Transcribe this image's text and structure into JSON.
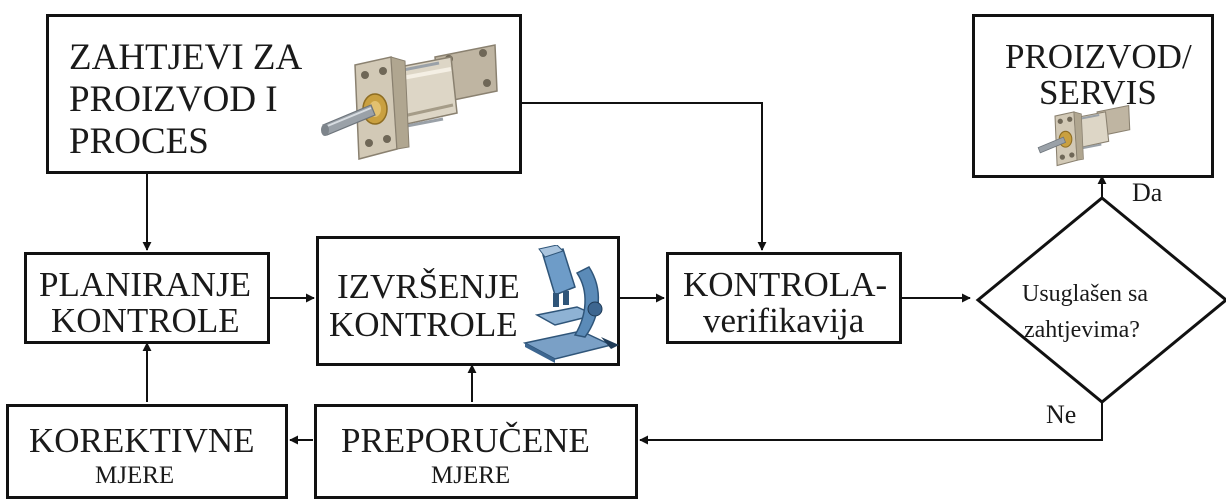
{
  "nodes": {
    "requirements": {
      "line1": "ZAHTJEVI ZA",
      "line2": "PROIZVOD I",
      "line3": "PROCES"
    },
    "product": {
      "line1": "PROIZVOD/",
      "line2": "SERVIS"
    },
    "planning": {
      "line1": "PLANIRANJE",
      "line2": "KONTROLE"
    },
    "execution": {
      "line1": "IZVRŠENJE",
      "line2": "KONTROLE"
    },
    "verification": {
      "line1": "KONTROLA-",
      "line2": "verifikavija"
    },
    "decision": {
      "line1": "Usuglašen sa",
      "line2": "zahtjevima?"
    },
    "corrective": {
      "line1": "KOREKTIVNE",
      "line2": "MJERE"
    },
    "recommended": {
      "line1": "PREPORUČENE",
      "line2": "MJERE"
    }
  },
  "edge_labels": {
    "yes": "Da",
    "no": "Ne"
  },
  "colors": {
    "line": "#111111",
    "cylinder_body": "#cfc6b4",
    "shaft": "#9aa1a8",
    "brass": "#c9a040",
    "microscope": "#5b8bb8"
  },
  "icons": {
    "requirements": "hydraulic-cylinder-icon",
    "product": "hydraulic-cylinder-icon",
    "execution": "microscope-icon"
  }
}
